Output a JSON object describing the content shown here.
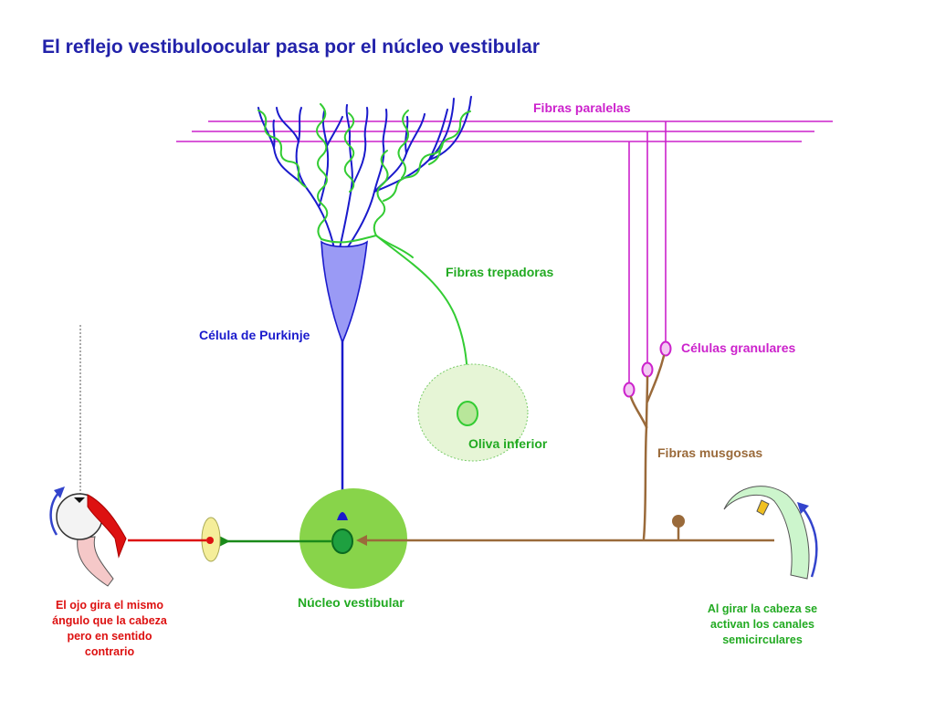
{
  "title": "El reflejo vestibuloocular pasa por el núcleo vestibular",
  "labels": {
    "fibras_paralelas": "Fibras paralelas",
    "fibras_trepadoras": "Fibras trepadoras",
    "celula_purkinje": "Célula de Purkinje",
    "celulas_granulares": "Células granulares",
    "oliva_inferior": "Oliva inferior",
    "fibras_musgosas": "Fibras musgosas",
    "nucleo_vestibular": "Núcleo vestibular"
  },
  "captions": {
    "ojo": "El ojo gira el mismo\nángulo que la cabeza\npero en sentido\ncontrario",
    "canales": "Al girar la cabeza se\nactivan los canales\nsemicirculares"
  },
  "colors": {
    "title": "#2222aa",
    "parallel_fibers": "#cc22cc",
    "climbing_fibers": "#33cc33",
    "purkinje": "#1a1acc",
    "purkinje_soma": "#9a9af5",
    "mossy_fibers": "#9a6a3a",
    "inferior_olive": "#e6f5d6",
    "vestibular_nucleus": "#88d44a",
    "motor_output": "#dd1111",
    "efferent_green": "#1a8a1a",
    "label_green": "#22aa22",
    "label_blue": "#1a1acc",
    "label_magenta": "#cc22cc",
    "label_brown": "#9a6a3a"
  }
}
